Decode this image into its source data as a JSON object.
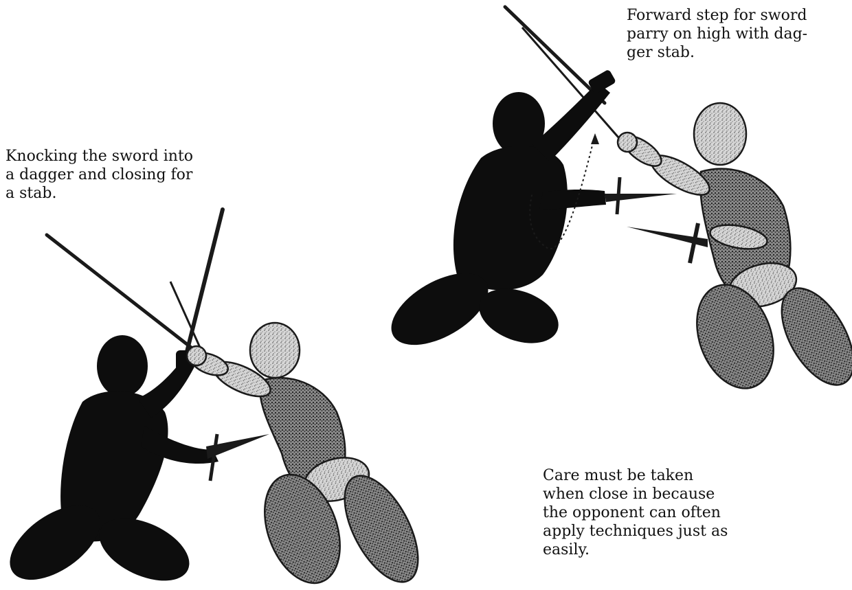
{
  "captions": {
    "top_right": "Forward step for sword\nparry on high with dag-\nger stab.",
    "left": "Knocking the sword into\na dagger and closing for\na stab.",
    "bottom_right": "Care must be taken\nwhen close in because\nthe opponent can often\napply techniques just as\neasily."
  },
  "colors": {
    "attacker": "#0d0d0d",
    "defender_fill": "#d2d2d2",
    "defender_outline": "#1a1a1a",
    "blade": "#1a1a1a"
  }
}
